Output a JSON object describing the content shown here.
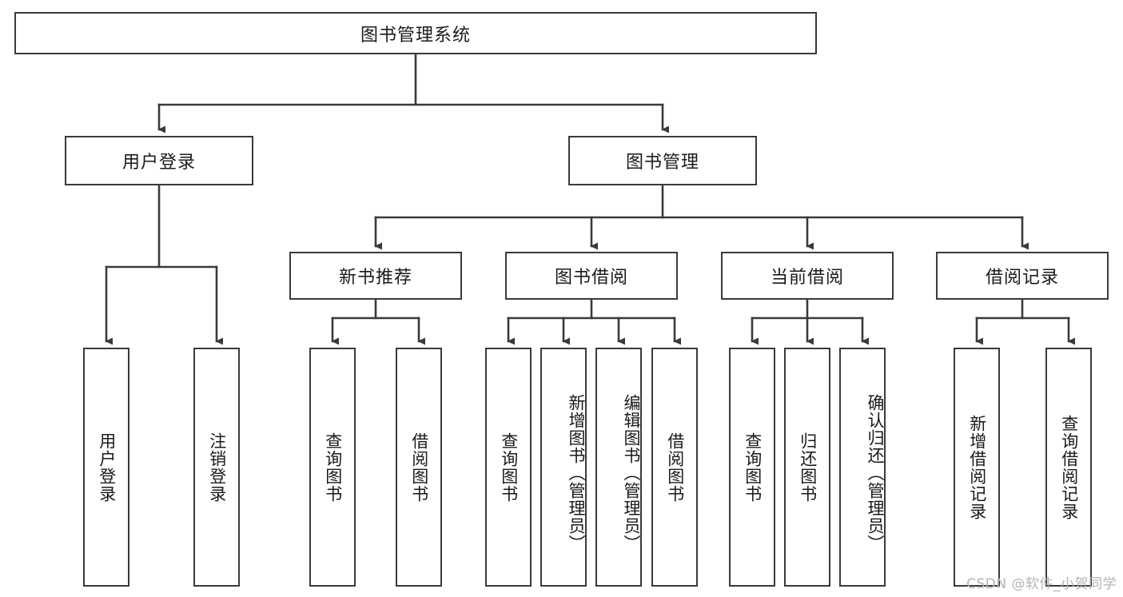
{
  "diagram": {
    "title": "图书管理系统",
    "watermark": "CSDN @软件_小贺同学",
    "line_color": "#3a3a3a",
    "text_color": "#1a1a1a",
    "background": "#ffffff",
    "root": {
      "label": "图书管理系统"
    },
    "level2": [
      {
        "label": "用户登录"
      },
      {
        "label": "图书管理"
      }
    ],
    "level3": [
      {
        "label": "新书推荐"
      },
      {
        "label": "图书借阅"
      },
      {
        "label": "当前借阅"
      },
      {
        "label": "借阅记录"
      }
    ],
    "leaves": [
      {
        "label": "用户登录"
      },
      {
        "label": "注销登录"
      },
      {
        "label": "查询图书"
      },
      {
        "label": "借阅图书"
      },
      {
        "label": "查询图书"
      },
      {
        "label": "新增图书（管理员）"
      },
      {
        "label": "编辑图书（管理员）"
      },
      {
        "label": "借阅图书"
      },
      {
        "label": "查询图书"
      },
      {
        "label": "归还图书"
      },
      {
        "label": "确认归还（管理员）"
      },
      {
        "label": "新增借阅记录"
      },
      {
        "label": "查询借阅记录"
      }
    ]
  }
}
